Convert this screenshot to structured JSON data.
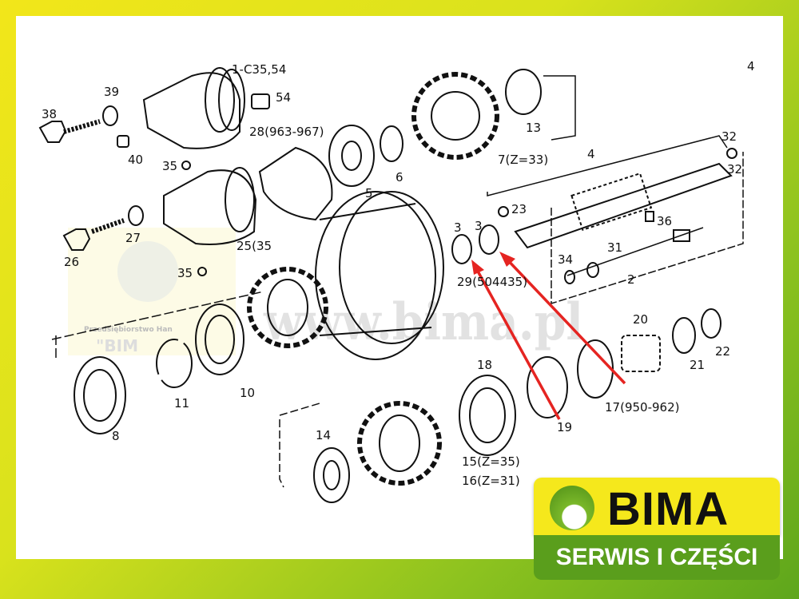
{
  "diagram": {
    "page_number": "4",
    "labels": {
      "l1": "1-C35,54",
      "l39": "39",
      "l54": "54",
      "l38": "38",
      "l28": "28(963-967)",
      "l13": "13",
      "l32a": "32",
      "l32b": "32",
      "l40": "40",
      "l35a": "35",
      "l7": "7(Z=33)",
      "l4": "4",
      "l6": "6",
      "l5": "5",
      "l23": "23",
      "l3a": "3",
      "l3b": "3",
      "l36": "36",
      "l27": "27",
      "l25": "25(35",
      "l31": "31",
      "l26": "26",
      "l34": "34",
      "l2": "2",
      "l35b": "35",
      "l29": "29(504435)",
      "l20": "20",
      "l18": "18",
      "l22": "22",
      "l21": "21",
      "l11": "11",
      "l10": "10",
      "l17": "17(950-962)",
      "l19": "19",
      "l8": "8",
      "l14": "14",
      "l15": "15(Z=35)",
      "l16": "16(Z=31)"
    },
    "watermark": "www.bima.pl",
    "watermark_company": "Przedsiębiorstwo Han",
    "watermark_brand": "\"BIM",
    "arrow_color": "#e52421"
  },
  "logo": {
    "brand": "BIMA",
    "tagline": "SERWIS I CZĘŚCI"
  }
}
